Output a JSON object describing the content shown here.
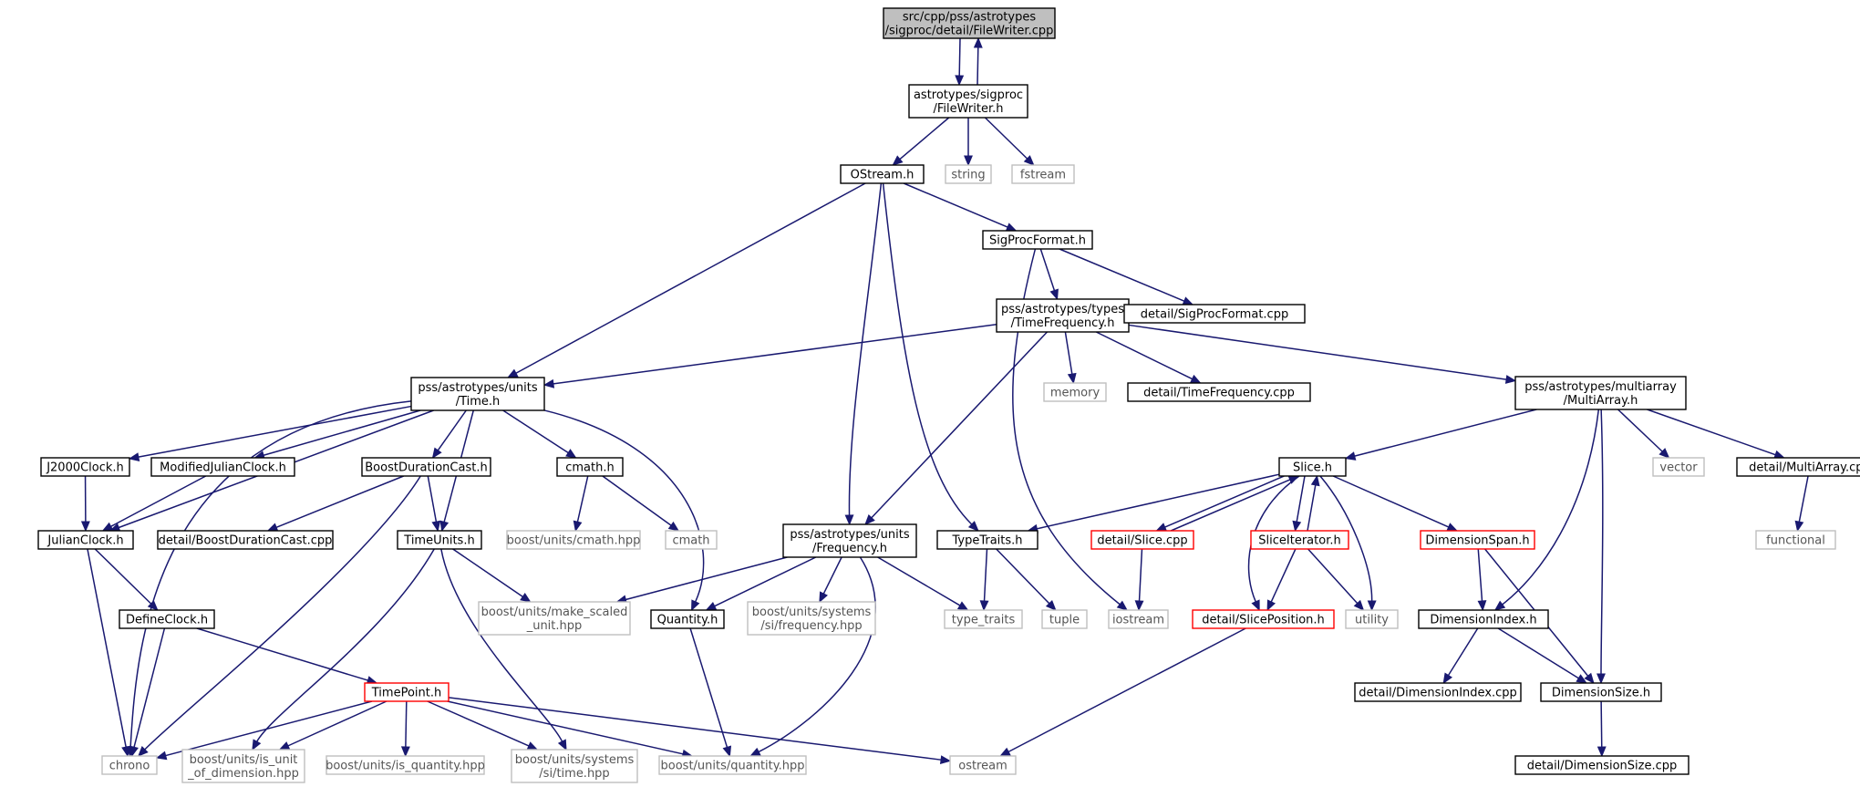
{
  "nodes": [
    {
      "id": "filewriter_cpp",
      "style": "root",
      "lines": [
        "src/cpp/pss/astrotypes",
        "/sigproc/detail/FileWriter.cpp"
      ]
    },
    {
      "id": "filewriter_h",
      "style": "doc",
      "lines": [
        "astrotypes/sigproc",
        "/FileWriter.h"
      ]
    },
    {
      "id": "ostream_h",
      "style": "doc",
      "lines": [
        "OStream.h"
      ]
    },
    {
      "id": "string",
      "style": "ext",
      "lines": [
        "string"
      ]
    },
    {
      "id": "fstream",
      "style": "ext",
      "lines": [
        "fstream"
      ]
    },
    {
      "id": "sigprocformat_h",
      "style": "doc",
      "lines": [
        "SigProcFormat.h"
      ]
    },
    {
      "id": "timefrequency_h",
      "style": "doc",
      "lines": [
        "pss/astrotypes/types",
        "/TimeFrequency.h"
      ]
    },
    {
      "id": "sigprocformat_cpp",
      "style": "doc",
      "lines": [
        "detail/SigProcFormat.cpp"
      ]
    },
    {
      "id": "memory",
      "style": "ext",
      "lines": [
        "memory"
      ]
    },
    {
      "id": "timefrequency_cpp",
      "style": "doc",
      "lines": [
        "detail/TimeFrequency.cpp"
      ]
    },
    {
      "id": "multiarray_h",
      "style": "doc",
      "lines": [
        "pss/astrotypes/multiarray",
        "/MultiArray.h"
      ]
    },
    {
      "id": "time_h",
      "style": "doc",
      "lines": [
        "pss/astrotypes/units",
        "/Time.h"
      ]
    },
    {
      "id": "j2000clock_h",
      "style": "doc",
      "lines": [
        "J2000Clock.h"
      ]
    },
    {
      "id": "modifiedjulianclock_h",
      "style": "doc",
      "lines": [
        "ModifiedJulianClock.h"
      ]
    },
    {
      "id": "boostdurationcast_h",
      "style": "doc",
      "lines": [
        "BoostDurationCast.h"
      ]
    },
    {
      "id": "cmath_h",
      "style": "doc",
      "lines": [
        "cmath.h"
      ]
    },
    {
      "id": "julianclock_h",
      "style": "doc",
      "lines": [
        "JulianClock.h"
      ]
    },
    {
      "id": "boostdurationcast_cpp",
      "style": "doc",
      "lines": [
        "detail/BoostDurationCast.cpp"
      ]
    },
    {
      "id": "timeunits_h",
      "style": "doc",
      "lines": [
        "TimeUnits.h"
      ]
    },
    {
      "id": "boost_cmath_hpp",
      "style": "ext",
      "lines": [
        "boost/units/cmath.hpp"
      ]
    },
    {
      "id": "cmath",
      "style": "ext",
      "lines": [
        "cmath"
      ]
    },
    {
      "id": "frequency_h",
      "style": "doc",
      "lines": [
        "pss/astrotypes/units",
        "/Frequency.h"
      ]
    },
    {
      "id": "typetraits_h",
      "style": "doc",
      "lines": [
        "TypeTraits.h"
      ]
    },
    {
      "id": "slice_h",
      "style": "doc",
      "lines": [
        "Slice.h"
      ]
    },
    {
      "id": "vector",
      "style": "ext",
      "lines": [
        "vector"
      ]
    },
    {
      "id": "multiarray_cpp",
      "style": "doc",
      "lines": [
        "detail/MultiArray.cpp"
      ]
    },
    {
      "id": "functional",
      "style": "ext",
      "lines": [
        "functional"
      ]
    },
    {
      "id": "slice_cpp",
      "style": "red",
      "lines": [
        "detail/Slice.cpp"
      ]
    },
    {
      "id": "sliceiterator_h",
      "style": "red",
      "lines": [
        "SliceIterator.h"
      ]
    },
    {
      "id": "dimensionspan_h",
      "style": "red",
      "lines": [
        "DimensionSpan.h"
      ]
    },
    {
      "id": "defineclock_h",
      "style": "doc",
      "lines": [
        "DefineClock.h"
      ]
    },
    {
      "id": "make_scaled_unit_hpp",
      "style": "ext",
      "lines": [
        "boost/units/make_scaled",
        "_unit.hpp"
      ]
    },
    {
      "id": "quantity_h",
      "style": "doc",
      "lines": [
        "Quantity.h"
      ]
    },
    {
      "id": "si_frequency_hpp",
      "style": "ext",
      "lines": [
        "boost/units/systems",
        "/si/frequency.hpp"
      ]
    },
    {
      "id": "type_traits",
      "style": "ext",
      "lines": [
        "type_traits"
      ]
    },
    {
      "id": "tuple",
      "style": "ext",
      "lines": [
        "tuple"
      ]
    },
    {
      "id": "iostream",
      "style": "ext",
      "lines": [
        "iostream"
      ]
    },
    {
      "id": "sliceposition_h",
      "style": "red",
      "lines": [
        "detail/SlicePosition.h"
      ]
    },
    {
      "id": "utility",
      "style": "ext",
      "lines": [
        "utility"
      ]
    },
    {
      "id": "dimensionindex_h",
      "style": "doc",
      "lines": [
        "DimensionIndex.h"
      ]
    },
    {
      "id": "timepoint_h",
      "style": "red",
      "lines": [
        "TimePoint.h"
      ]
    },
    {
      "id": "dimensionindex_cpp",
      "style": "doc",
      "lines": [
        "detail/DimensionIndex.cpp"
      ]
    },
    {
      "id": "dimensionsize_h",
      "style": "doc",
      "lines": [
        "DimensionSize.h"
      ]
    },
    {
      "id": "chrono",
      "style": "ext",
      "lines": [
        "chrono"
      ]
    },
    {
      "id": "is_unit_of_dimension_hpp",
      "style": "ext",
      "lines": [
        "boost/units/is_unit",
        "_of_dimension.hpp"
      ]
    },
    {
      "id": "is_quantity_hpp",
      "style": "ext",
      "lines": [
        "boost/units/is_quantity.hpp"
      ]
    },
    {
      "id": "si_time_hpp",
      "style": "ext",
      "lines": [
        "boost/units/systems",
        "/si/time.hpp"
      ]
    },
    {
      "id": "quantity_hpp",
      "style": "ext",
      "lines": [
        "boost/units/quantity.hpp"
      ]
    },
    {
      "id": "ostream",
      "style": "ext",
      "lines": [
        "ostream"
      ]
    },
    {
      "id": "dimensionsize_cpp",
      "style": "doc",
      "lines": [
        "detail/DimensionSize.cpp"
      ]
    }
  ],
  "edges": [
    [
      "filewriter_cpp",
      "filewriter_h"
    ],
    [
      "filewriter_h",
      "filewriter_cpp"
    ],
    [
      "filewriter_h",
      "ostream_h"
    ],
    [
      "filewriter_h",
      "string"
    ],
    [
      "filewriter_h",
      "fstream"
    ],
    [
      "ostream_h",
      "sigprocformat_h"
    ],
    [
      "ostream_h",
      "time_h"
    ],
    [
      "ostream_h",
      "frequency_h"
    ],
    [
      "ostream_h",
      "typetraits_h"
    ],
    [
      "sigprocformat_h",
      "timefrequency_h"
    ],
    [
      "sigprocformat_h",
      "sigprocformat_cpp"
    ],
    [
      "sigprocformat_h",
      "iostream"
    ],
    [
      "timefrequency_h",
      "time_h"
    ],
    [
      "timefrequency_h",
      "memory"
    ],
    [
      "timefrequency_h",
      "timefrequency_cpp"
    ],
    [
      "timefrequency_h",
      "multiarray_h"
    ],
    [
      "timefrequency_h",
      "frequency_h"
    ],
    [
      "multiarray_h",
      "slice_h"
    ],
    [
      "multiarray_h",
      "vector"
    ],
    [
      "multiarray_h",
      "multiarray_cpp"
    ],
    [
      "multiarray_h",
      "dimensionindex_h"
    ],
    [
      "multiarray_h",
      "dimensionsize_h"
    ],
    [
      "multiarray_cpp",
      "functional"
    ],
    [
      "time_h",
      "chrono"
    ],
    [
      "time_h",
      "j2000clock_h"
    ],
    [
      "time_h",
      "modifiedjulianclock_h"
    ],
    [
      "time_h",
      "julianclock_h"
    ],
    [
      "time_h",
      "boostdurationcast_h"
    ],
    [
      "time_h",
      "timeunits_h"
    ],
    [
      "time_h",
      "cmath_h"
    ],
    [
      "time_h",
      "quantity_h"
    ],
    [
      "j2000clock_h",
      "julianclock_h"
    ],
    [
      "modifiedjulianclock_h",
      "julianclock_h"
    ],
    [
      "julianclock_h",
      "defineclock_h"
    ],
    [
      "julianclock_h",
      "chrono"
    ],
    [
      "defineclock_h",
      "chrono"
    ],
    [
      "defineclock_h",
      "timepoint_h"
    ],
    [
      "boostdurationcast_h",
      "boostdurationcast_cpp"
    ],
    [
      "boostdurationcast_h",
      "timeunits_h"
    ],
    [
      "boostdurationcast_h",
      "chrono"
    ],
    [
      "timeunits_h",
      "make_scaled_unit_hpp"
    ],
    [
      "timeunits_h",
      "is_unit_of_dimension_hpp"
    ],
    [
      "timeunits_h",
      "si_time_hpp"
    ],
    [
      "cmath_h",
      "boost_cmath_hpp"
    ],
    [
      "cmath_h",
      "cmath"
    ],
    [
      "frequency_h",
      "make_scaled_unit_hpp"
    ],
    [
      "frequency_h",
      "quantity_h"
    ],
    [
      "frequency_h",
      "si_frequency_hpp"
    ],
    [
      "frequency_h",
      "type_traits"
    ],
    [
      "frequency_h",
      "quantity_hpp"
    ],
    [
      "quantity_h",
      "quantity_hpp"
    ],
    [
      "typetraits_h",
      "type_traits"
    ],
    [
      "typetraits_h",
      "tuple"
    ],
    [
      "slice_h",
      "typetraits_h"
    ],
    [
      "slice_h",
      "slice_cpp"
    ],
    [
      "slice_cpp",
      "slice_h"
    ],
    [
      "slice_h",
      "sliceiterator_h"
    ],
    [
      "sliceiterator_h",
      "slice_h"
    ],
    [
      "slice_h",
      "sliceposition_h"
    ],
    [
      "slice_h",
      "utility"
    ],
    [
      "slice_h",
      "dimensionspan_h"
    ],
    [
      "slice_cpp",
      "iostream"
    ],
    [
      "sliceiterator_h",
      "sliceposition_h"
    ],
    [
      "sliceiterator_h",
      "utility"
    ],
    [
      "sliceposition_h",
      "ostream"
    ],
    [
      "dimensionspan_h",
      "dimensionindex_h"
    ],
    [
      "dimensionspan_h",
      "dimensionsize_h"
    ],
    [
      "dimensionindex_h",
      "dimensionindex_cpp"
    ],
    [
      "dimensionindex_h",
      "dimensionsize_h"
    ],
    [
      "dimensionsize_h",
      "dimensionsize_cpp"
    ],
    [
      "timepoint_h",
      "chrono"
    ],
    [
      "timepoint_h",
      "is_unit_of_dimension_hpp"
    ],
    [
      "timepoint_h",
      "is_quantity_hpp"
    ],
    [
      "timepoint_h",
      "si_time_hpp"
    ],
    [
      "timepoint_h",
      "quantity_hpp"
    ],
    [
      "timepoint_h",
      "ostream"
    ]
  ]
}
